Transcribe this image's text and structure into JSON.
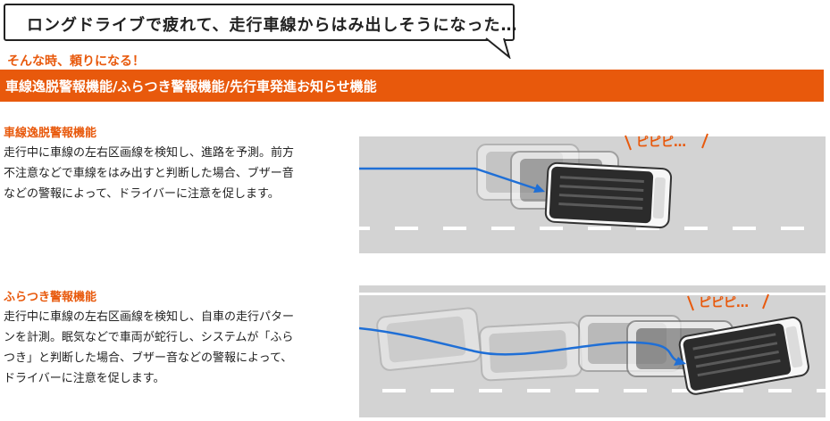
{
  "header": {
    "bubble_text": "ロングドライブで疲れて、走行車線からはみ出しそうになった…",
    "lead_text": "そんな時、頼りになる！",
    "banner_title": "車線逸脱警報機能/ふらつき警報機能/先行車発進お知らせ機能"
  },
  "sections": [
    {
      "title": "車線逸脱警報機能",
      "lines": [
        "走行中に車線の左右区画線を検知し、進路を予測。前方",
        "不注意などで車線をはみ出すと判断した場合、ブザー音",
        "などの警報によって、ドライバーに注意を促します。"
      ],
      "alert": "ピピピ…"
    },
    {
      "title": "ふらつき警報機能",
      "lines": [
        "走行中に車線の左右区画線を検知し、自車の走行パター",
        "ンを計測。眠気などで車両が蛇行し、システムが「ふら",
        "つき」と判断した場合、ブザー音などの警報によって、",
        "ドライバーに注意を促します。"
      ],
      "alert": "ピピピ…"
    }
  ],
  "colors": {
    "accent": "#e8590c",
    "road": "#d3d3d3",
    "arrow": "#1f6fd6",
    "car": "#2b2b2b"
  }
}
